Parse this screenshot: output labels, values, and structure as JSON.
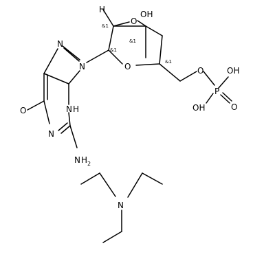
{
  "diagram": {
    "type": "chemical structure",
    "atoms": {
      "H_top": "H",
      "O_bridge": "O",
      "OH_top": "OH",
      "N_imid": "N",
      "N_ring": "N",
      "O_ring": "O",
      "O_ester": "O",
      "P": "P",
      "OH_p1": "OH",
      "OH_p2": "OH",
      "O_dbl": "O",
      "NH": "N",
      "NH_H": "H",
      "O_keto": "O",
      "N_pyr": "N",
      "N_amine": "N",
      "H2": "H",
      "sub2": "2",
      "N_tea": "N"
    },
    "stereo": [
      "&1",
      "&1",
      "&1",
      "&1"
    ]
  }
}
